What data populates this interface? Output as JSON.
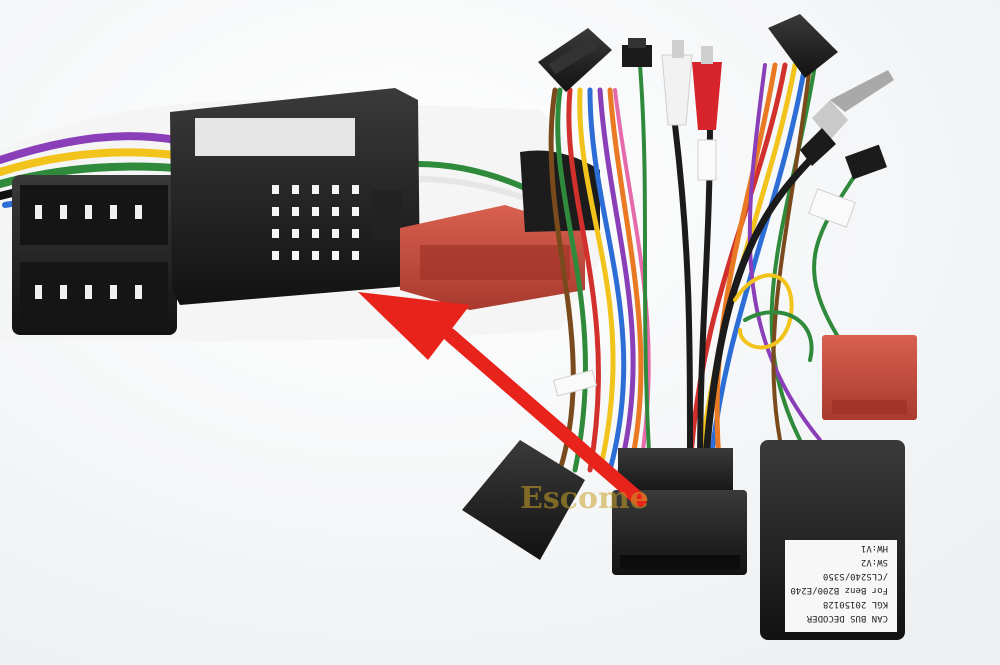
{
  "watermark": {
    "text": "Escome"
  },
  "decoder_label": {
    "lines": [
      "CAN BUS DECODER",
      "KGL 20150128",
      "For Benz B200/E240",
      "/CLS240/S350",
      "SW:V2",
      "HW:V1"
    ]
  },
  "colors": {
    "background": "#ffffff",
    "connector_black": "#1b1b1b",
    "connector_red": "#c24a3c",
    "arrow_red": "#e8231c",
    "rca_red": "#d6242a",
    "rca_white": "#f2f2f2"
  }
}
